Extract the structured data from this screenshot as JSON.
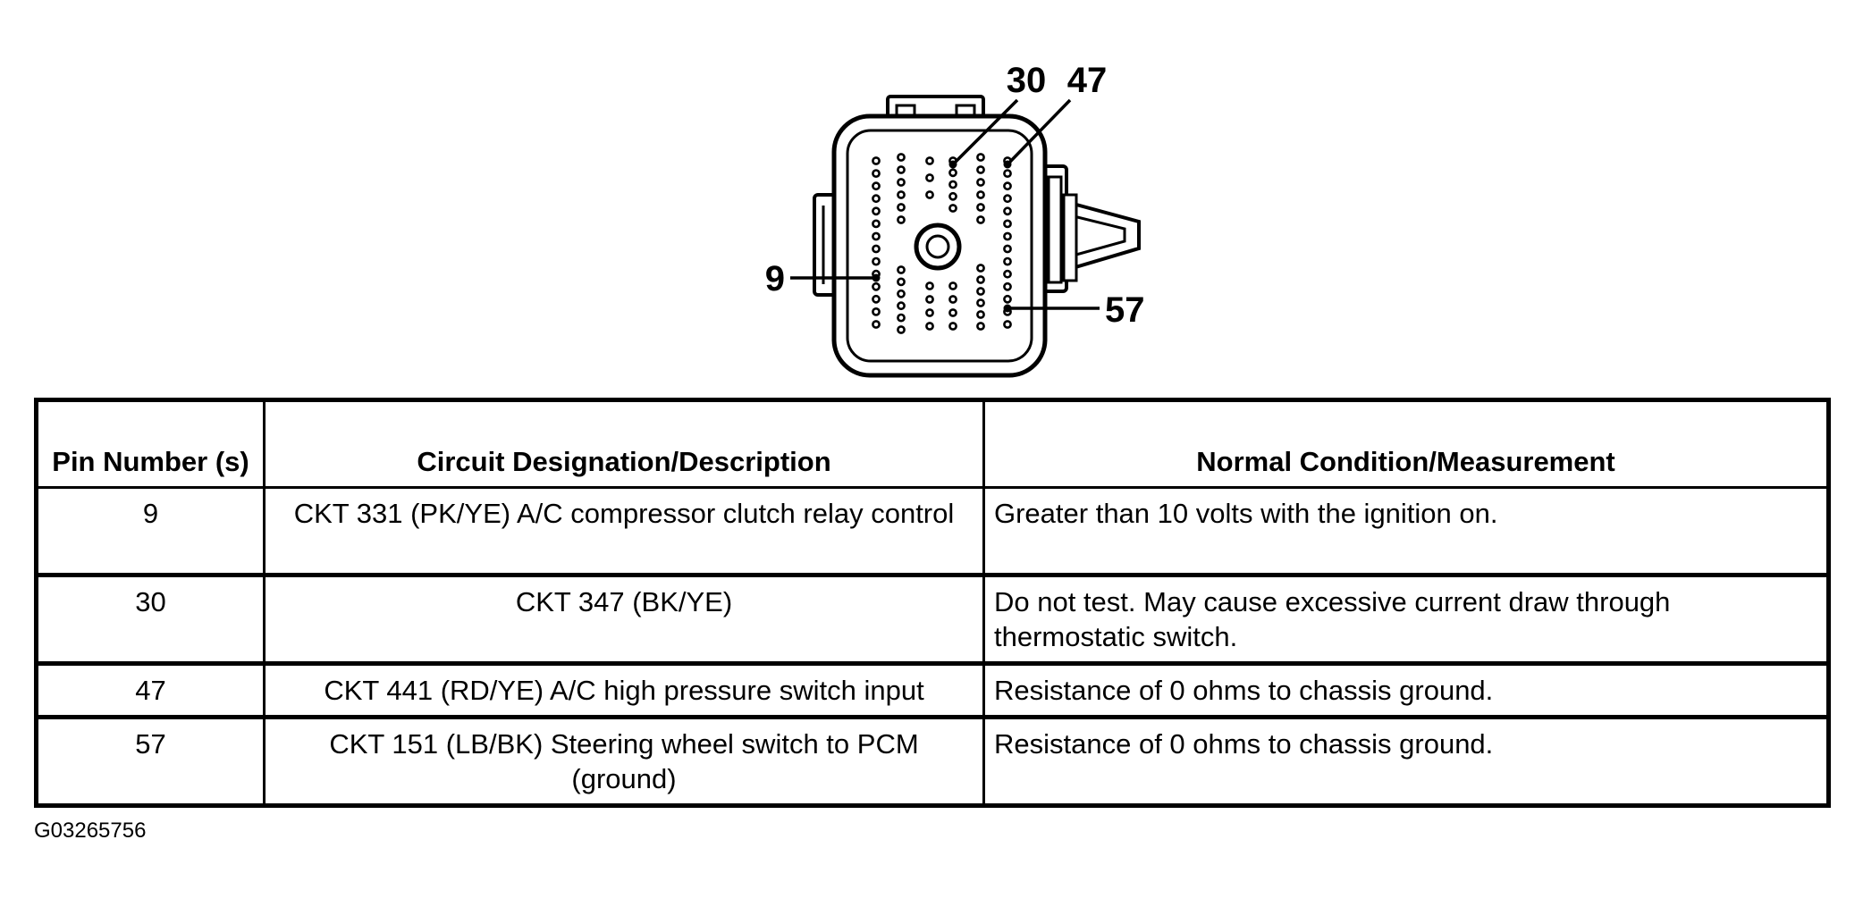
{
  "diagram": {
    "pin_callouts": [
      "9",
      "30",
      "47",
      "57"
    ]
  },
  "table": {
    "headers": [
      "Pin Number (s)",
      "Circuit Designation/Description",
      "Normal Condition/Measurement"
    ],
    "rows": [
      {
        "pin": "9",
        "circuit": "CKT 331 (PK/YE) A/C compressor clutch relay control",
        "measurement": "Greater than 10 volts with the ignition on."
      },
      {
        "pin": "30",
        "circuit": "CKT 347 (BK/YE)",
        "measurement": "Do not test. May cause excessive current draw through thermostatic switch."
      },
      {
        "pin": "47",
        "circuit": "CKT 441 (RD/YE) A/C high pressure switch input",
        "measurement": "Resistance of 0 ohms to chassis ground."
      },
      {
        "pin": "57",
        "circuit": "CKT 151 (LB/BK) Steering wheel switch to PCM (ground)",
        "measurement": "Resistance of 0 ohms to chassis ground."
      }
    ]
  },
  "figure_id": "G03265756"
}
